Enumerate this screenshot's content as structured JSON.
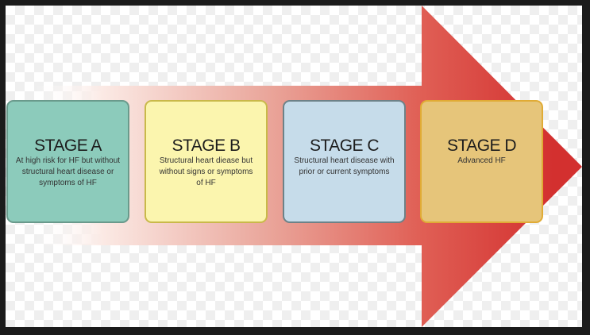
{
  "diagram": {
    "type": "heart-failure-stages-arrow",
    "arrow": {
      "gradient_start": "#ffffff",
      "gradient_mid": "#eaa79c",
      "gradient_end": "#d3302f"
    },
    "stages": [
      {
        "id": "A",
        "title": "STAGE A",
        "description": "At high risk for HF but without structural heart disease or symptoms of HF",
        "fill": "#8ccbbb",
        "border": "#6a9a8c"
      },
      {
        "id": "B",
        "title": "STAGE B",
        "description": "Structural heart diease but without signs or symptoms of HF",
        "fill": "#fbf5ae",
        "border": "#c9b94a"
      },
      {
        "id": "C",
        "title": "STAGE C",
        "description": "Structural heart disease with prior or current symptoms",
        "fill": "#c6dcea",
        "border": "#6d8288"
      },
      {
        "id": "D",
        "title": "STAGE D",
        "description": "Advanced HF",
        "fill": "#e6c57a",
        "border": "#e0ab35"
      }
    ]
  }
}
